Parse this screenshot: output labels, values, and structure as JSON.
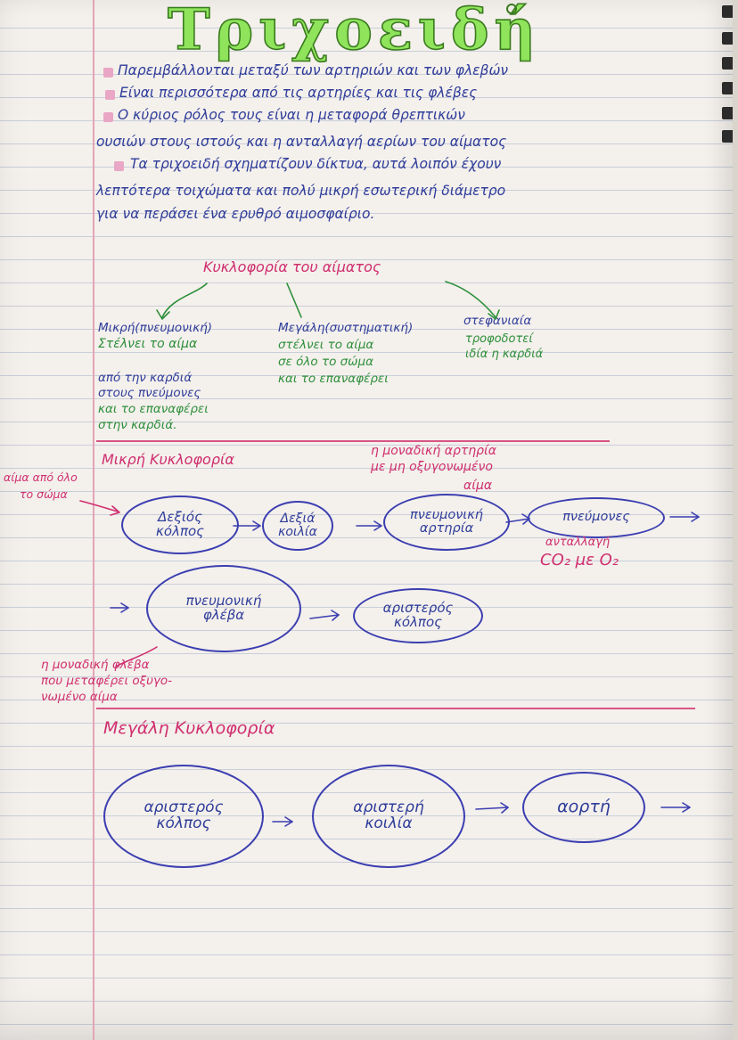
{
  "title": "Τριχοειδή",
  "intro_lines": [
    "Παρεμβάλλονται μεταξύ των αρτηριών και των φλεβών",
    "Είναι περισσότερα από τις αρτηρίες και τις φλέβες",
    "Ο κύριος ρόλος τους είναι η μεταφορά θρεπτικών",
    "ουσιών στους ιστούς και η ανταλλαγή αερίων του αίματος",
    "Τα τριχοειδή σχηματίζουν δίκτυα, αυτά λοιπόν έχουν",
    "λεπτότερα τοιχώματα και πολύ μικρή εσωτερική διάμετρο",
    "για να περάσει ένα ερυθρό αιμοσφαίριο."
  ],
  "circulation": {
    "heading": "Κυκλοφορία του αίματος",
    "small": [
      "Μικρή(πνευμονική)",
      "Στέλνει το αίμα",
      "από την καρδιά",
      "στους πνεύμονες",
      "και το επαναφέρει",
      "στην καρδιά."
    ],
    "large": [
      "Μεγάλη(συστηματική)",
      "στέλνει το αίμα",
      "σε όλο το σώμα",
      "και το επαναφέρει"
    ],
    "coronary": [
      "στεφανιαία",
      "τροφοδοτεί",
      "ιδία η καρδιά"
    ]
  },
  "small_circ": {
    "heading": "Μικρή Κυκλοφορία",
    "side_note": [
      "αίμα από όλο",
      "το σώμα"
    ],
    "artery_note": [
      "η μοναδική αρτηρία",
      "με μη οξυγονωμένο",
      "αίμα"
    ],
    "nodes": [
      "Δεξιός\nκόλπος",
      "Δεξιά\nκοιλία",
      "πνευμονική\nαρτηρία",
      "πνεύμονες",
      "πνευμονική\nφλέβα",
      "αριστερός\nκόλπος"
    ],
    "exchange_note": [
      "ανταλλαγή",
      "CO₂ με O₂"
    ],
    "vein_note": [
      "η μοναδική φλέβα",
      "που μεταφέρει οξυγο-",
      "νωμένο αίμα"
    ]
  },
  "large_circ": {
    "heading": "Μεγάλη Κυκλοφορία",
    "nodes": [
      "αριστερός\nκόλπος",
      "αριστερή\nκοιλία",
      "αορτή"
    ]
  },
  "colors": {
    "title_fill": "#8fe45c",
    "ink_blue": "#2f3d9a",
    "ink_green": "#2d8f3a",
    "ink_pink": "#cf2e6e",
    "margin_line": "#e3a5b6",
    "paper": "#f4f0ec"
  }
}
